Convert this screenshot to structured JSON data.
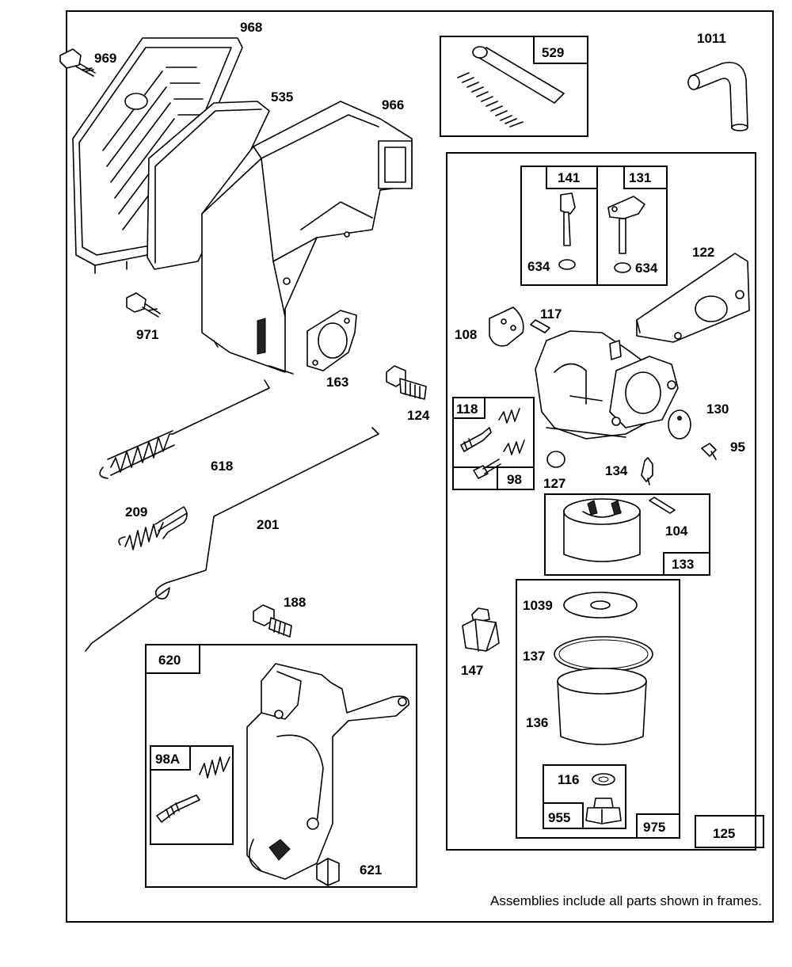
{
  "labels": {
    "p969": "969",
    "p968": "968",
    "p535": "535",
    "p966": "966",
    "p529": "529",
    "p1011": "1011",
    "p971": "971",
    "p163": "163",
    "p124": "124",
    "p618": "618",
    "p209": "209",
    "p201": "201",
    "p188": "188",
    "p620": "620",
    "p98A": "98A",
    "p621": "621",
    "p141": "141",
    "p131": "131",
    "p634a": "634",
    "p634b": "634",
    "p122": "122",
    "p108": "108",
    "p117": "117",
    "p118": "118",
    "p98": "98",
    "p130": "130",
    "p95": "95",
    "p127": "127",
    "p134": "134",
    "p104": "104",
    "p133": "133",
    "p147": "147",
    "p1039": "1039",
    "p137": "137",
    "p136": "136",
    "p116": "116",
    "p955": "955",
    "p975": "975",
    "p125": "125"
  },
  "note": "Assemblies include all parts shown in frames."
}
